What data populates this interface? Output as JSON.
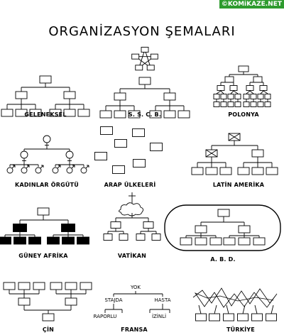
{
  "site_tag": "©KOMiKAZE.NET",
  "title": "ORGANİZASYON ŞEMALARI",
  "labels": {
    "geleneksel": "GELENEKSEL",
    "sscb": "S. S. C. B.",
    "polonya": "POLONYA",
    "kadinlar": "KADINLAR ÖRGÜTÜ",
    "arap": "ARAP ÜLKELERİ",
    "latin": "LATİN AMERİKA",
    "guney": "GÜNEY AFRİKA",
    "vatikan": "VATİKAN",
    "abd": "A. B. D.",
    "cin": "ÇİN",
    "fransa": "FRANSA",
    "turkiye": "TÜRKİYE"
  },
  "fransa_chart": {
    "top": "YOK",
    "mid_left": "STAJDA",
    "mid_right": "HASTA",
    "bottom_left": "RAPORLU",
    "bottom_right": "İZİNLİ"
  }
}
